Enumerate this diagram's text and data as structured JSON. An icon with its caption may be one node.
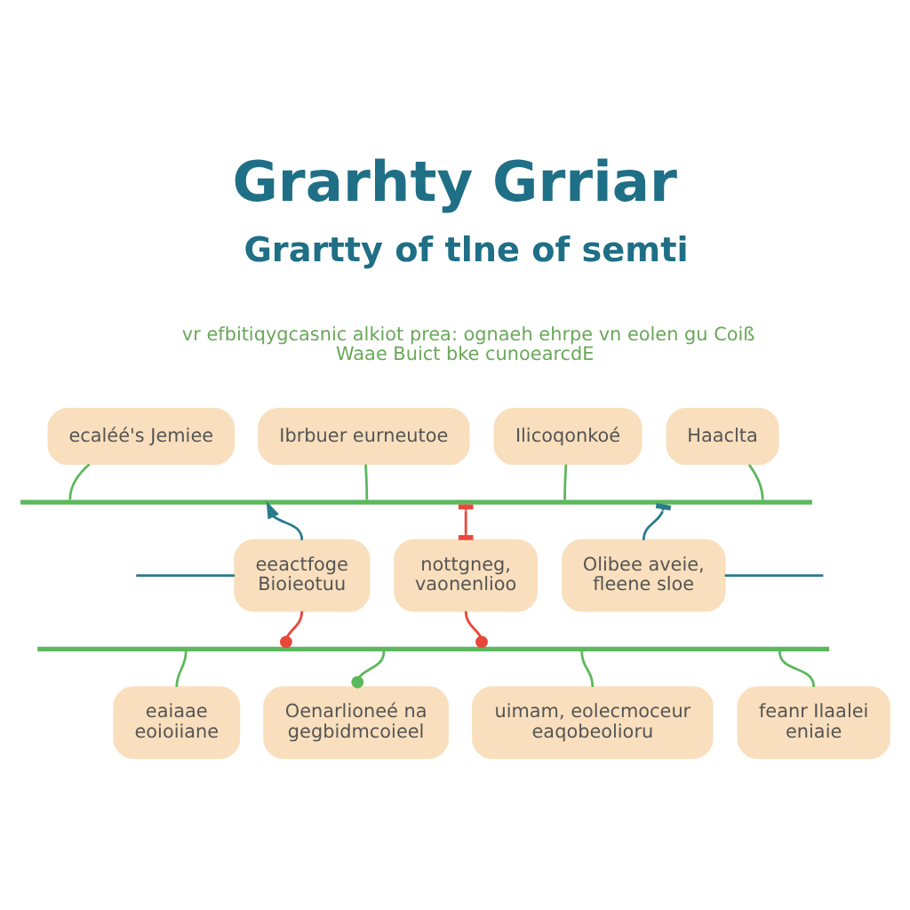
{
  "diagram": {
    "title": "Grarhty Grriar",
    "nodes": [
      {
        "text": [
          "ecaléé's Jemiee"
        ]
      },
      {
        "text": [
          "Ibrbuer eurneutoe"
        ]
      },
      {
        "text": [
          "Ilicoqonkoé"
        ]
      },
      {
        "text": [
          "Haaclta"
        ]
      },
      {
        "text": [],
        "shape": "bar"
      },
      {
        "text": [
          "eeactfoge Bioieotuu"
        ]
      },
      {
        "text": [
          "nottgneg, vaonenlioo"
        ]
      },
      {
        "text": [
          "Olibee aveie, fleene sloe"
        ]
      },
      {
        "text": [],
        "shape": "bar"
      },
      {
        "text": [
          "eaiaae eoioiiane"
        ]
      },
      {
        "text": [
          "Oenarlioneé nagegbidmcoieel"
        ]
      },
      {
        "text": [
          "uimam, eolecmoceur eaqobeolioru"
        ]
      },
      {
        "text": [
          "feanr Ilaalei eniaie"
        ]
      }
    ],
    "edges": [
      {
        "from": 0,
        "to": 4,
        "arrow": "none"
      },
      {
        "from": 1,
        "to": 4,
        "arrow": "none"
      },
      {
        "from": 2,
        "to": 4,
        "arrow": "none"
      },
      {
        "from": 3,
        "to": 4,
        "arrow": "none"
      },
      {
        "from": 5,
        "to": 4,
        "arrow": "to",
        "color": "#2a7a8c"
      },
      {
        "from": null,
        "to": 5,
        "arrow": "none",
        "color": "#2a7a8c"
      },
      {
        "from": 4,
        "to": 6,
        "arrow": "other",
        "color": "#e8483a"
      },
      {
        "from": 7,
        "to": 4,
        "arrow": "other",
        "color": "#2a7a8c"
      },
      {
        "from": 7,
        "to": null,
        "arrow": "none",
        "color": "#2a7a8c"
      },
      {
        "from": 5,
        "to": 8,
        "arrow": "other",
        "color": "#e8483a"
      },
      {
        "from": 6,
        "to": 8,
        "arrow": "other",
        "color": "#e8483a"
      },
      {
        "from": 8,
        "to": 9,
        "arrow": "none"
      },
      {
        "from": 8,
        "to": 10,
        "arrow": "other"
      },
      {
        "from": 8,
        "to": 11,
        "arrow": "none"
      },
      {
        "from": 8,
        "to": 12,
        "arrow": "none"
      }
    ],
    "labels": [
      "Grartty of tlne of semti",
      "vr efbitiqygcasnic alkiot prea: ognaeh ehrpe vn eolen gu Coiß Waae Buict bke cunoearcdE"
    ]
  }
}
